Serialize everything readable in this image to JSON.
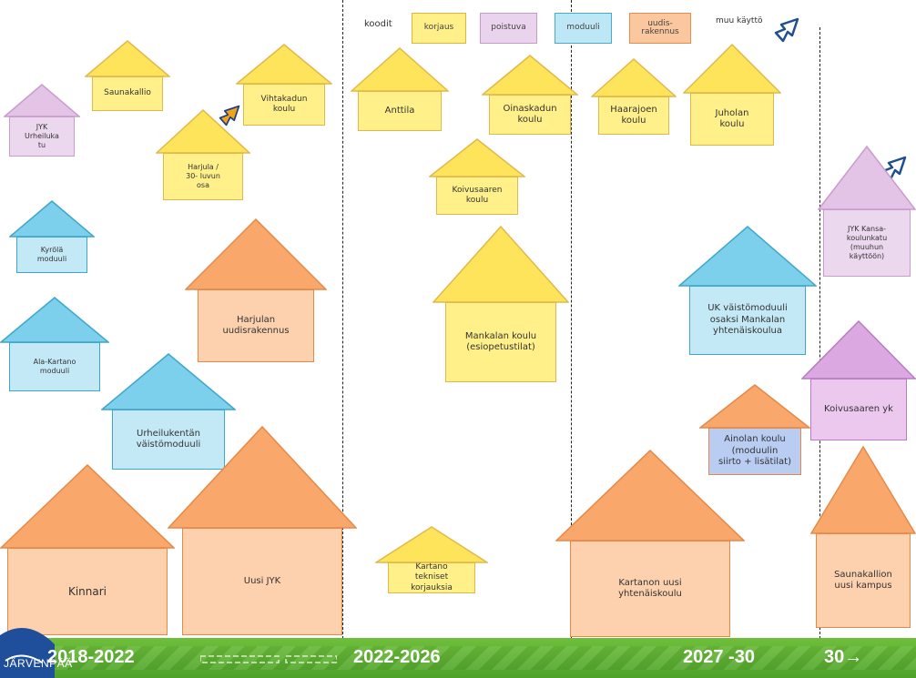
{
  "legend": {
    "title": "koodit",
    "items": [
      {
        "label": "korjaus",
        "fill": "#fff08a",
        "stroke": "#e0b63a"
      },
      {
        "label": "poistuva",
        "fill": "#ead3ec",
        "stroke": "#c79ac9"
      },
      {
        "label": "moduuli",
        "fill": "#bde7f4",
        "stroke": "#4aa9cf"
      },
      {
        "label": "uudis-\nrakennus",
        "fill": "#fbc79e",
        "stroke": "#e88e4a"
      }
    ],
    "other_use": "muu käyttö"
  },
  "colors": {
    "korjaus": {
      "fill": "#fff08a",
      "roof": "#fde45a",
      "stroke": "#e2b84a"
    },
    "poistuva": {
      "fill": "#ecd8ee",
      "roof": "#e3c4e6",
      "stroke": "#c99ccb"
    },
    "moduuli": {
      "fill": "#c4e9f6",
      "roof": "#7dd0ec",
      "stroke": "#3fa6cc"
    },
    "uudis": {
      "fill": "#fdd0ae",
      "roof": "#f9a76b",
      "stroke": "#e4894a"
    },
    "purple_new": {
      "fill": "#ecc8ef",
      "roof": "#dca8e2",
      "stroke": "#b97cc2"
    },
    "blue_move": {
      "fill": "#b9cdf3",
      "roof": "#f9a76b",
      "stroke": "#e4894a"
    }
  },
  "buildings": [
    {
      "label": "Saunakallio",
      "type": "korjaus"
    },
    {
      "label": "Vihtakadun\nkoulu",
      "type": "korjaus"
    },
    {
      "label": "JYK\nUrheiluka\ntu",
      "type": "poistuva"
    },
    {
      "label": "Harjula /\n30- luvun\nosa",
      "type": "korjaus"
    },
    {
      "label": "Kyrölä\nmoduuli",
      "type": "moduuli"
    },
    {
      "label": "Harjulan\nuudisrakennus",
      "type": "uudis"
    },
    {
      "label": "Ala-Kartano\nmoduuli",
      "type": "moduuli"
    },
    {
      "label": "Urheilukentän\nväistömoduuli",
      "type": "moduuli"
    },
    {
      "label": "Kinnari",
      "type": "uudis"
    },
    {
      "label": "Uusi JYK",
      "type": "uudis"
    },
    {
      "label": "Anttila",
      "type": "korjaus"
    },
    {
      "label": "Oinaskadun\nkoulu",
      "type": "korjaus"
    },
    {
      "label": "Koivusaaren\nkoulu",
      "type": "korjaus"
    },
    {
      "label": "Mankalan koulu\n(esiopetustilat)",
      "type": "korjaus"
    },
    {
      "label": "Kartano\ntekniset\nkorjauksia",
      "type": "korjaus"
    },
    {
      "label": "Haarajoen\nkoulu",
      "type": "korjaus"
    },
    {
      "label": "Juholan\nkoulu",
      "type": "korjaus"
    },
    {
      "label": "UK väistömoduuli\nosaksi Mankalan\nyhtenäiskoulua",
      "type": "moduuli"
    },
    {
      "label": "Ainolan koulu\n(moduulin\nsiirto + lisätilat)",
      "type": "blue_move"
    },
    {
      "label": "Kartanon uusi\nyhtenäiskoulu",
      "type": "uudis"
    },
    {
      "label": "JYK Kansa-\nkoulunkatu\n(muuhun\nkäyttöön)",
      "type": "poistuva"
    },
    {
      "label": "Koivusaaren yk",
      "type": "purple_new"
    },
    {
      "label": "Saunakallion\nuusi kampus",
      "type": "uudis"
    }
  ],
  "periods": [
    "2018-2022",
    "2022-2026",
    "2027 -30",
    "30→"
  ],
  "logo_text": "JÄRVENPÄÄ"
}
